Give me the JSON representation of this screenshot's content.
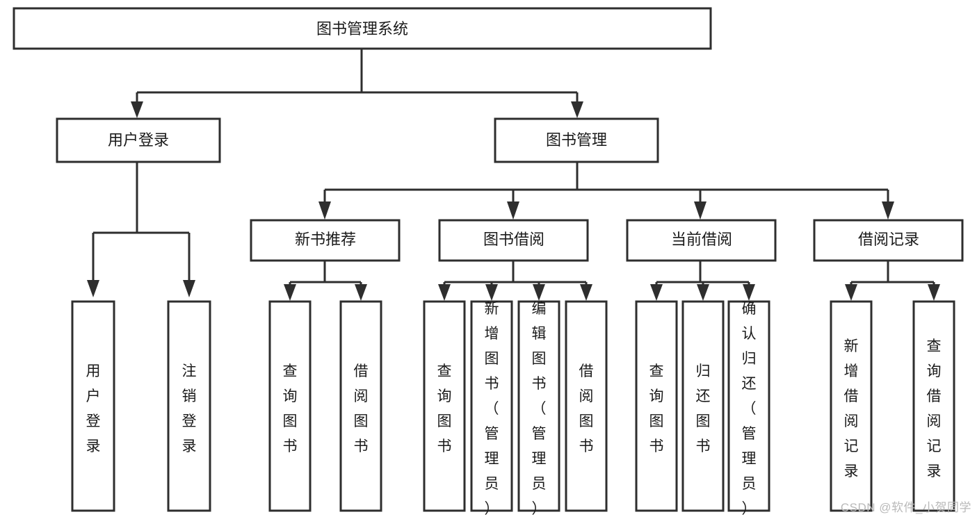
{
  "diagram": {
    "type": "tree-hierarchy",
    "title": "图书管理系统",
    "watermark": "CSDN @软件_小贺同学",
    "root": {
      "id": "root",
      "label": "图书管理系统",
      "orientation": "horizontal"
    },
    "level1": [
      {
        "id": "user-login",
        "label": "用户登录",
        "orientation": "horizontal"
      },
      {
        "id": "book-management",
        "label": "图书管理",
        "orientation": "horizontal"
      }
    ],
    "level2": [
      {
        "id": "new-book-recommend",
        "label": "新书推荐",
        "parent": "book-management",
        "orientation": "horizontal"
      },
      {
        "id": "book-borrow",
        "label": "图书借阅",
        "parent": "book-management",
        "orientation": "horizontal"
      },
      {
        "id": "current-borrow",
        "label": "当前借阅",
        "parent": "book-management",
        "orientation": "horizontal"
      },
      {
        "id": "borrow-record",
        "label": "借阅记录",
        "parent": "book-management",
        "orientation": "horizontal"
      }
    ],
    "leaves": [
      {
        "id": "leaf-user-login",
        "label": "用户登录",
        "parent": "user-login",
        "orientation": "vertical"
      },
      {
        "id": "leaf-user-logout",
        "label": "注销登录",
        "parent": "user-login",
        "orientation": "vertical"
      },
      {
        "id": "leaf-query-book-1",
        "label": "查询图书",
        "parent": "new-book-recommend",
        "orientation": "vertical"
      },
      {
        "id": "leaf-borrow-book-1",
        "label": "借阅图书",
        "parent": "new-book-recommend",
        "orientation": "vertical"
      },
      {
        "id": "leaf-query-book-2",
        "label": "查询图书",
        "parent": "book-borrow",
        "orientation": "vertical"
      },
      {
        "id": "leaf-add-book",
        "label": "新增图书（管理员）",
        "parent": "book-borrow",
        "orientation": "vertical"
      },
      {
        "id": "leaf-edit-book",
        "label": "编辑图书（管理员）",
        "parent": "book-borrow",
        "orientation": "vertical"
      },
      {
        "id": "leaf-borrow-book-2",
        "label": "借阅图书",
        "parent": "book-borrow",
        "orientation": "vertical"
      },
      {
        "id": "leaf-query-book-3",
        "label": "查询图书",
        "parent": "current-borrow",
        "orientation": "vertical"
      },
      {
        "id": "leaf-return-book",
        "label": "归还图书",
        "parent": "current-borrow",
        "orientation": "vertical"
      },
      {
        "id": "leaf-confirm-return",
        "label": "确认归还（管理员）",
        "parent": "current-borrow",
        "orientation": "vertical"
      },
      {
        "id": "leaf-add-record",
        "label": "新增借阅记录",
        "parent": "borrow-record",
        "orientation": "vertical"
      },
      {
        "id": "leaf-query-record",
        "label": "查询借阅记录",
        "parent": "borrow-record",
        "orientation": "vertical"
      }
    ],
    "colors": {
      "stroke": "#2e2e2e",
      "fill": "#ffffff",
      "text": "#1a1a1a",
      "watermark": "#b9b9b9"
    }
  }
}
